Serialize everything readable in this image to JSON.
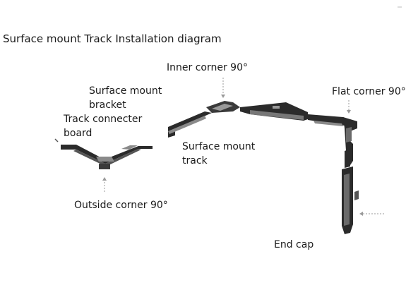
{
  "title": "Surface mount Track Installation diagram",
  "labels": {
    "inner_corner": "Inner corner 90°",
    "flat_corner": "Flat corner 90°",
    "bracket_line1": "Surface mount",
    "bracket_line2": "bracket",
    "connector_line1": "Track connecter",
    "connector_line2": "board",
    "track_line1": "Surface mount",
    "track_line2": "track",
    "outside_corner": "Outside corner 90°",
    "end_cap": "End cap"
  },
  "colors": {
    "track": "#2b2b2b",
    "track_light": "#8a8a8a",
    "arrow": "#9a9a9a"
  }
}
